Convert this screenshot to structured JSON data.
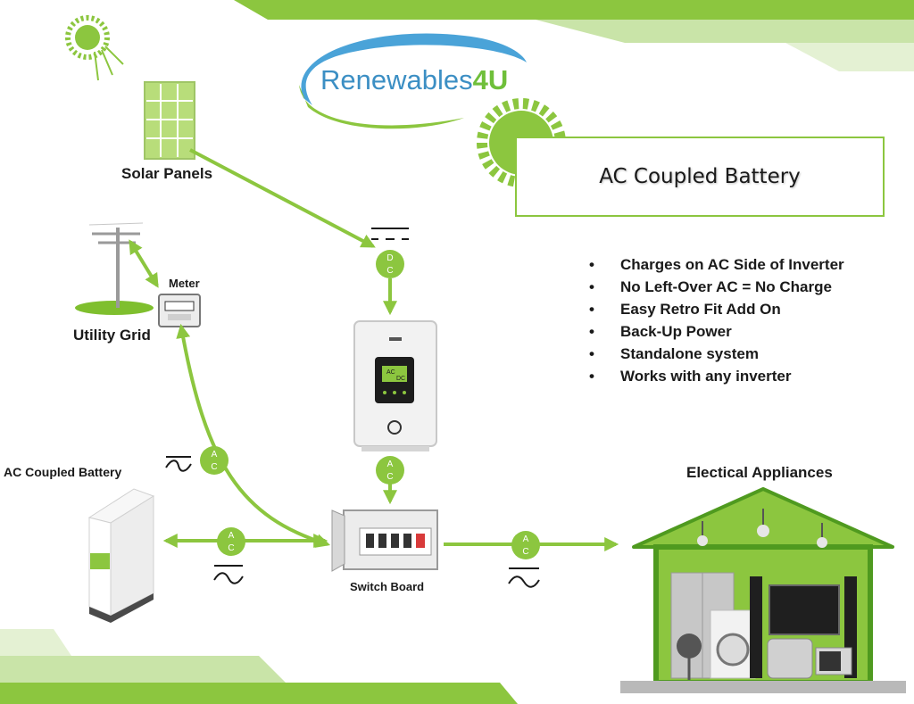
{
  "logo": {
    "prefix": "Renewables",
    "suffix": "4U"
  },
  "title": "AC Coupled Battery",
  "features": [
    "Charges on AC Side of Inverter",
    "No Left-Over AC = No Charge",
    "Easy Retro Fit Add On",
    "Back-Up Power",
    "Standalone system",
    "Works with any inverter"
  ],
  "labels": {
    "solar_panels": "Solar Panels",
    "meter": "Meter",
    "utility_grid": "Utility Grid",
    "battery": "AC Coupled Battery",
    "switch_board": "Switch Board",
    "appliances": "Electical Appliances"
  },
  "badges": {
    "dc_top": "D",
    "dc_bottom": "C",
    "ac_top": "A",
    "ac_bottom": "C"
  },
  "inverter_display": {
    "line1": "AC",
    "line2": "DC"
  },
  "colors": {
    "accent": "#8cc63f",
    "arrow": "#8cc63f",
    "dark_green": "#4f9a1f",
    "text": "#1a1a1a"
  }
}
